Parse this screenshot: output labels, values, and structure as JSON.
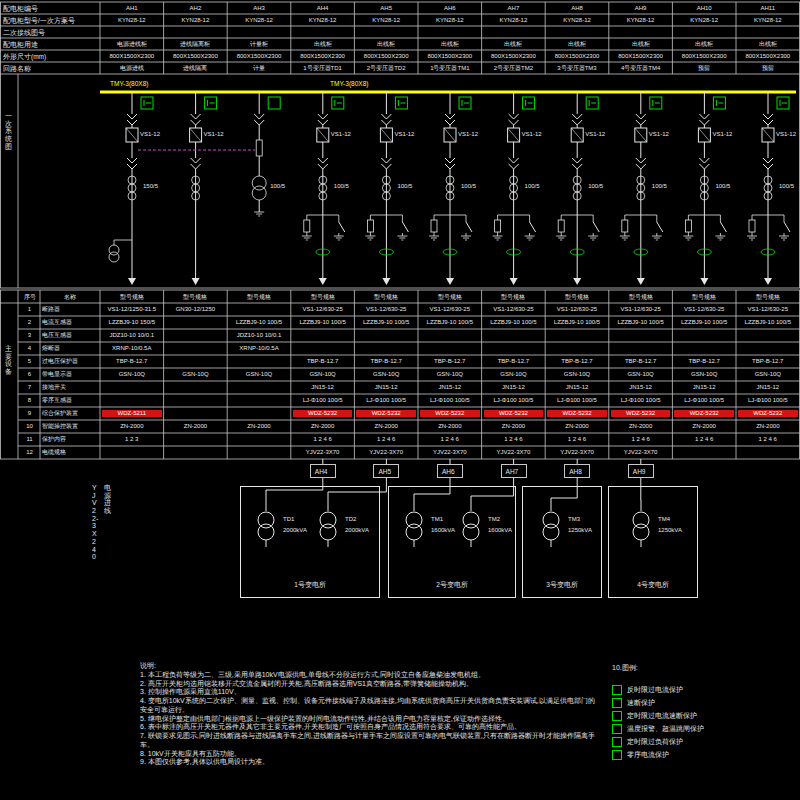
{
  "diagram": {
    "nodes": [
      {
        "text": [
          "AH4"
        ]
      },
      {
        "text": [
          "AH5"
        ]
      },
      {
        "text": [
          "AH6"
        ]
      },
      {
        "text": [
          "AH7"
        ]
      },
      {
        "text": [
          "AH8"
        ]
      },
      {
        "text": [
          "AH9"
        ]
      },
      {
        "text": [
          "1号变电所"
        ]
      },
      {
        "text": [
          "TD1",
          "2000kVA"
        ],
        "in": 6
      },
      {
        "text": [
          "TD2",
          "2000kVA"
        ],
        "in": 6
      },
      {
        "text": [
          "2号变电所"
        ]
      },
      {
        "text": [
          "TM1",
          "1600kVA"
        ],
        "in": 9
      },
      {
        "text": [
          "TM2",
          "1600kVA"
        ],
        "in": 9
      },
      {
        "text": [
          "3号变电所"
        ]
      },
      {
        "text": [
          "TM3",
          "1250kVA"
        ],
        "in": 12
      },
      {
        "text": [
          "4号变电所"
        ]
      },
      {
        "text": [
          "TM4",
          "1250kVA"
        ],
        "in": 14
      }
    ],
    "edges": [
      {
        "from": 0,
        "to": 7,
        "arrow": "none"
      },
      {
        "from": 1,
        "to": 8,
        "arrow": "none"
      },
      {
        "from": 2,
        "to": 10,
        "arrow": "none"
      },
      {
        "from": 3,
        "to": 11,
        "arrow": "none"
      },
      {
        "from": 4,
        "to": 13,
        "arrow": "none"
      },
      {
        "from": 5,
        "to": 15,
        "arrow": "none"
      }
    ],
    "labels": [
      "配电柜编号",
      "配电柜型号/一次方案号",
      "二次接线图号",
      "配电柜用途",
      "外形尺寸(mm)",
      "回路名称",
      "AH1",
      "AH2",
      "AH3",
      "AH4",
      "AH5",
      "AH6",
      "AH7",
      "AH8",
      "AH9",
      "AH10",
      "AH11",
      "KYN28-12",
      "KYN28-12",
      "KYN28-12",
      "KYN28-12",
      "KYN28-12",
      "KYN28-12",
      "KYN28-12",
      "KYN28-12",
      "KYN28-12",
      "KYN28-12",
      "KYN28-12",
      "电源进线柜",
      "进线隔离柜",
      "计量柜",
      "出线柜",
      "出线柜",
      "出线柜",
      "出线柜",
      "出线柜",
      "出线柜",
      "出线柜",
      "出线柜",
      "800X1500X2300",
      "800X1500X2300",
      "800X1500X2300",
      "800X1500X2300",
      "800X1500X2300",
      "800X1500X2300",
      "800X1500X2300",
      "800X1500X2300",
      "800X1500X2300",
      "800X1500X2300",
      "800X1500X2300",
      "电源进线",
      "进线隔离",
      "计量",
      "1号变压器TD1",
      "2号变压器TD2",
      "1号变压器TM1",
      "2号变压器TM2",
      "3号变压器TM3",
      "4号变压器TM4",
      "预留",
      "预留",
      "一次系统图",
      "TMY-3(80X8)",
      "TMY-3(80X8)",
      "VS1-12",
      "VS1-12",
      "VS1-12",
      "VS1-12",
      "VS1-12",
      "VS1-12",
      "VS1-12",
      "VS1-12",
      "VS1-12",
      "VS1-12",
      "150/5",
      "100/5",
      "100/5",
      "100/5",
      "100/5",
      "100/5",
      "100/5",
      "100/5",
      "100/5",
      "100/5",
      "主要设备",
      "序号",
      "名称",
      "型号规格",
      "型号规格",
      "型号规格",
      "型号规格",
      "型号规格",
      "型号规格",
      "型号规格",
      "型号规格",
      "型号规格",
      "型号规格",
      "型号规格",
      "1",
      "2",
      "3",
      "4",
      "5",
      "6",
      "7",
      "8",
      "9",
      "10",
      "11",
      "12",
      "断路器",
      "电流互感器",
      "电压互感器",
      "熔断器",
      "过电压保护器",
      "带电显示器",
      "接地开关",
      "零序互感器",
      "综合保护装置",
      "智能操控装置",
      "保护内容",
      "电缆规格",
      "VS1-12/1250-31.5",
      "GN30-12/1250",
      "VS1-12/630-25",
      "VS1-12/630-25",
      "VS1-12/630-25",
      "VS1-12/630-25",
      "VS1-12/630-25",
      "VS1-12/630-25",
      "VS1-12/630-25",
      "VS1-12/630-25",
      "LZZBJ9-10 150/5",
      "LZZBJ9-10 100/5",
      "LZZBJ9-10 100/5",
      "LZZBJ9-10 100/5",
      "LZZBJ9-10 100/5",
      "LZZBJ9-10 100/5",
      "LZZBJ9-10 100/5",
      "LZZBJ9-10 100/5",
      "LZZBJ9-10 100/5",
      "LZZBJ9-10 100/5",
      "JDZ10-10 10/0.1",
      "JDZ10-10 10/0.1",
      "XRNP-10/0.5A",
      "XRNP-10/0.5A",
      "TBP-B-12.7",
      "TBP-B-12.7",
      "TBP-B-12.7",
      "TBP-B-12.7",
      "TBP-B-12.7",
      "TBP-B-12.7",
      "TBP-B-12.7",
      "TBP-B-12.7",
      "TBP-B-12.7",
      "GSN-10Q",
      "GSN-10Q",
      "GSN-10Q",
      "GSN-10Q",
      "GSN-10Q",
      "GSN-10Q",
      "GSN-10Q",
      "GSN-10Q",
      "GSN-10Q",
      "GSN-10Q",
      "GSN-10Q",
      "JN15-12",
      "JN15-12",
      "JN15-12",
      "JN15-12",
      "JN15-12",
      "JN15-12",
      "JN15-12",
      "JN15-12",
      "LJ-Φ100 100/5",
      "LJ-Φ100 100/5",
      "LJ-Φ100 100/5",
      "LJ-Φ100 100/5",
      "LJ-Φ100 100/5",
      "LJ-Φ100 100/5",
      "LJ-Φ100 100/5",
      "LJ-Φ100 100/5",
      "WDZ-5211",
      "WDZ-5232",
      "WDZ-5232",
      "WDZ-5232",
      "WDZ-5232",
      "WDZ-5232",
      "WDZ-5232",
      "WDZ-5232",
      "WDZ-5232",
      "ZN-2000",
      "ZN-2000",
      "ZN-2000",
      "ZN-2000",
      "ZN-2000",
      "ZN-2000",
      "ZN-2000",
      "ZN-2000",
      "ZN-2000",
      "ZN-2000",
      "ZN-2000",
      "1 2 3",
      "1 2 4 6",
      "1 2 4 6",
      "1 2 4 6",
      "1 2 4 6",
      "1 2 4 6",
      "1 2 4 6",
      "1 2 4 6",
      "1 2 4 6",
      "YJV22-3X70",
      "YJV22-3X70",
      "YJV22-3X70",
      "YJV22-3X70",
      "YJV22-3X70",
      "YJV22-3X70",
      "YJV22-3X240",
      "电源进线",
      "说明:",
      "1. 本工程负荷等级为二、三级,采用单路10kV电源供电,单母线不分段运行方式,同时设立自备应急柴油发电机组。",
      "2. 高压开关柜均选用铠装移开式交流金属封闭开关柜,高压断路器选用VS1真空断路器,带弹簧储能操动机构。",
      "3. 控制操作电源采用直流110V。",
      "4. 变电所10kV系统的二次保护、测量、监视、控制、设备元件接线端子及线路连接,均由系统供货商高压开关供货商负责安装调试,以满足供电部门的安全可靠运行。",
      "5. 继电保护整定由供电部门根据电源上一级保护装置的时间电流动作特性,并结合该用户电力容量核定,保证动作选择性。",
      "6. 表中标注的高压开关柜元器件及其它非主要元器件,开关柜制造厂可按照自身产品情况选用符合要求、可靠的高性能产品。",
      "7. 联锁要求见图示,同时进线断路器与进线隔离手车之间,进线断路器与计量手车之间应设置可靠的电气联锁装置,只有在断路器断开时才能操作隔离手车。",
      "8. 10kV开关柜应具有五防功能。",
      "9. 本图仅供参考,具体以供电局设计为准。",
      "10.图例:"
    ],
    "legend": [
      {
        "text": "反时限过电流保护"
      },
      {
        "text": "速断保护"
      },
      {
        "text": "定时限过电流速断保护"
      },
      {
        "text": "温度报警、超温跳闸保护"
      },
      {
        "text": "定时限过负荷保护"
      },
      {
        "text": "零序电流保护"
      }
    ]
  }
}
